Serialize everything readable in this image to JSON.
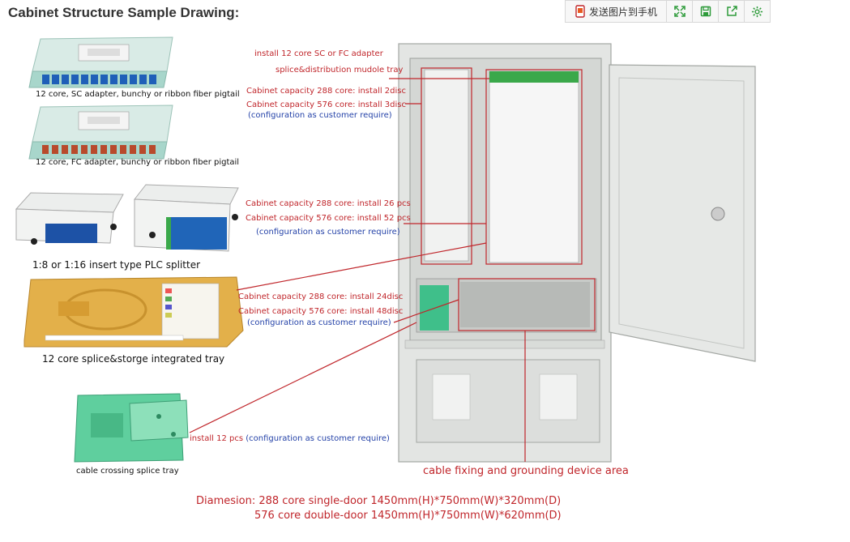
{
  "page": {
    "title": "Cabinet Structure Sample Drawing:"
  },
  "toolbar": {
    "send_label": "发送图片到手机",
    "send_icon": "phone-send-icon",
    "fullscreen_icon": "expand-icon",
    "save_icon": "save-icon",
    "share_icon": "share-icon",
    "settings_icon": "gear-icon",
    "accent": "#2e9b3a"
  },
  "components": {
    "sc_adapter_caption": "12 core, SC adapter,  bunchy or ribbon fiber pigtail",
    "fc_adapter_caption": "12 core, FC adapter,  bunchy or ribbon fiber pigtail",
    "plc_caption": "1:8 or 1:16 insert type PLC splitter",
    "splice_tray_caption": "12 core splice&storge integrated tray",
    "crossing_tray_caption": "cable crossing splice tray"
  },
  "annotations": {
    "adapter_install": "install 12 core SC or FC  adapter",
    "distribution_tray": "splice&distribution mudole tray",
    "cap288_2disc": "Cabinet capacity 288 core: install 2disc",
    "cap576_3disc": "Cabinet capacity 576 core: install 3disc",
    "config1": "(configuration as customer require)",
    "cap288_26": "Cabinet capacity 288 core: install 26 pcs",
    "cap576_52": "Cabinet capacity 576 core: install 52 pcs",
    "config2": "(configuration as customer require)",
    "cap288_24disc": "Cabinet capacity 288 core: install 24disc",
    "cap576_48disc": "Cabinet capacity 576 core: install 48disc",
    "config3": "(configuration as customer require)",
    "install_12": "install 12 pcs",
    "config4": "(configuration as customer require)",
    "grounding_area": "cable fixing and grounding device area",
    "dimension_1": "Diamesion: 288 core single-door 1450mm(H)*750mm(W)*320mm(D)",
    "dimension_2": "576 core double-door 1450mm(H)*750mm(W)*620mm(D)"
  },
  "colors": {
    "annotation_red": "#c0262b",
    "annotation_blue": "#2442a8",
    "cabinet_body": "#e3e5e3",
    "adapter_blue": "#1f5fb8",
    "adapter_red": "#b84a2c",
    "tray_yellow": "#e3b04a",
    "tray_green": "#3fbf8a"
  }
}
